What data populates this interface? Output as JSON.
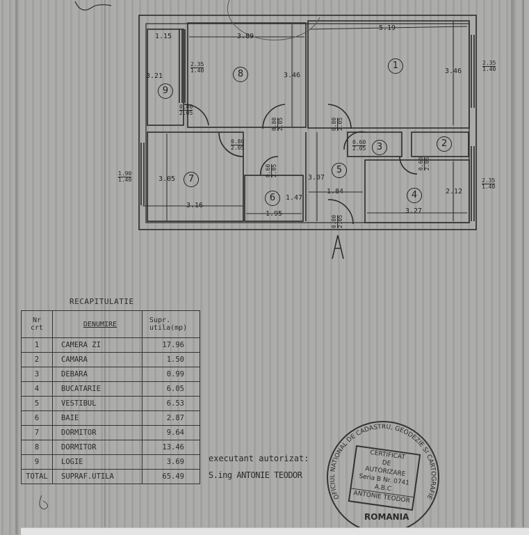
{
  "plan": {
    "rooms": [
      {
        "nr": "1",
        "dims": [
          "5.19",
          "3.46"
        ]
      },
      {
        "nr": "2",
        "dims": []
      },
      {
        "nr": "3",
        "dims": []
      },
      {
        "nr": "4",
        "dims": [
          "3.27",
          "2.12"
        ]
      },
      {
        "nr": "5",
        "dims": [
          "1.84",
          "3.07"
        ]
      },
      {
        "nr": "6",
        "dims": [
          "1.95",
          "1.47"
        ]
      },
      {
        "nr": "7",
        "dims": [
          "3.16",
          "3.05"
        ]
      },
      {
        "nr": "8",
        "dims": [
          "3.89",
          "3.46"
        ]
      },
      {
        "nr": "9",
        "dims": [
          "1.15",
          "3.21"
        ]
      }
    ],
    "openings": {
      "win_8_9": [
        "2.35",
        "1.40"
      ],
      "win_1": [
        "2.35",
        "1.40"
      ],
      "win_4": [
        "2.35",
        "1.40"
      ],
      "win_7": [
        "1.90",
        "1.40"
      ],
      "door_9": [
        "0.80",
        "2.05"
      ],
      "door_8": [
        "0.80",
        "2.05"
      ],
      "door_1": [
        "0.80",
        "2.05"
      ],
      "door_7": [
        "0.80",
        "2.05"
      ],
      "door_6": [
        "0.60",
        "2.05"
      ],
      "door_3": [
        "0.60",
        "2.05"
      ],
      "door_2": [
        "0.60",
        "2.05"
      ],
      "door_entry": [
        "0.80",
        "2.05"
      ]
    }
  },
  "recap": {
    "title": "RECAPITULATIE",
    "headers": [
      "Nr crt",
      "DENUMIRE",
      "Supr. utila(mp)"
    ],
    "rows": [
      {
        "nr": "1",
        "name": "CAMERA ZI",
        "area": "17.96"
      },
      {
        "nr": "2",
        "name": "CAMARA",
        "area": "1.50"
      },
      {
        "nr": "3",
        "name": "DEBARA",
        "area": "0.99"
      },
      {
        "nr": "4",
        "name": "BUCATARIE",
        "area": "6.05"
      },
      {
        "nr": "5",
        "name": "VESTIBUL",
        "area": "6.53"
      },
      {
        "nr": "6",
        "name": "BAIE",
        "area": "2.87"
      },
      {
        "nr": "7",
        "name": "DORMITOR",
        "area": "9.64"
      },
      {
        "nr": "8",
        "name": "DORMITOR",
        "area": "13.46"
      },
      {
        "nr": "9",
        "name": "LOGIE",
        "area": "3.69"
      }
    ],
    "total_label": "TOTAL",
    "total_name": "SUPRAF.UTILA",
    "total_area": "65.49"
  },
  "stamp": {
    "executant": "executant autorizat:",
    "name": "S.ing ANTONIE TEODOR",
    "ring": "OFICIUL NATIONAL DE CADASTRU, GEODEZIE SI CARTOGRAFIE",
    "country": "ROMANIA",
    "cert_lines": [
      "CERTIFICAT",
      "DE",
      "AUTORIZARE",
      "Seria B Nr. 0741",
      "A.B.C",
      "ANTONIE TEODOR"
    ]
  }
}
